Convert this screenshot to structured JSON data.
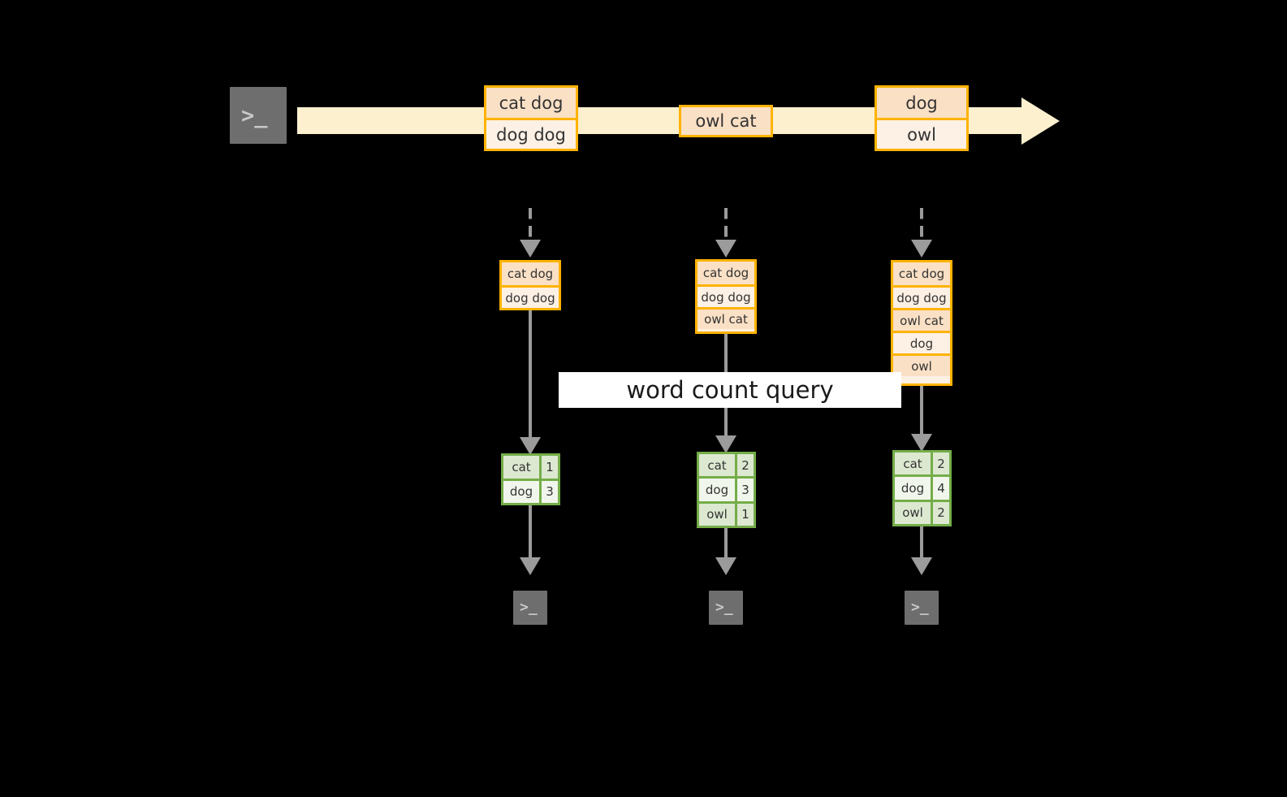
{
  "diagram": {
    "stream": {
      "source_icon": "terminal-icon",
      "source_glyph": ">_",
      "events": [
        {
          "lines": [
            "cat dog",
            "dog dog"
          ]
        },
        {
          "lines": [
            "owl cat"
          ]
        },
        {
          "lines": [
            "dog",
            "owl"
          ]
        }
      ]
    },
    "query_label": "word count query",
    "columns": [
      {
        "input_state": [
          "cat dog",
          "dog dog"
        ],
        "result": {
          "keys": [
            "cat",
            "dog"
          ],
          "values": [
            "1",
            "3"
          ]
        },
        "sink_icon": "terminal-icon",
        "sink_glyph": ">_"
      },
      {
        "input_state": [
          "cat dog",
          "dog dog",
          "owl cat"
        ],
        "result": {
          "keys": [
            "cat",
            "dog",
            "owl"
          ],
          "values": [
            "2",
            "3",
            "1"
          ]
        },
        "sink_icon": "terminal-icon",
        "sink_glyph": ">_"
      },
      {
        "input_state": [
          "cat dog",
          "dog dog",
          "owl cat",
          "dog",
          "owl"
        ],
        "result": {
          "keys": [
            "cat",
            "dog",
            "owl"
          ],
          "values": [
            "2",
            "4",
            "2"
          ]
        },
        "sink_icon": "terminal-icon",
        "sink_glyph": ">_"
      }
    ],
    "colors": {
      "background": "#000000",
      "stream_band": "#fdf0cf",
      "record_border": "#ffb300",
      "record_fill_dark": "#fae0c5",
      "record_fill_light": "#fdf0e4",
      "table_border": "#74ad48",
      "table_fill_dark": "#dde8d1",
      "table_fill_light": "#f1f6ec",
      "connector": "#9b9b9b",
      "terminal_fill": "#6e6e6e",
      "label_fill": "#ffffff"
    }
  }
}
